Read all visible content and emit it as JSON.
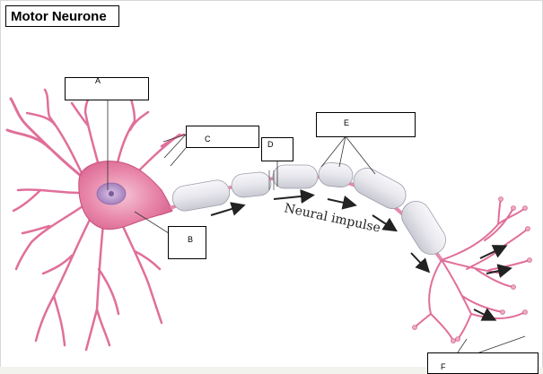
{
  "title": "Motor Neurone",
  "labels": {
    "A": "A",
    "B": "B",
    "C": "C",
    "D": "D",
    "E": "E",
    "F": "F"
  },
  "impulse_text": "Neural impulse",
  "colors": {
    "neuron_pink": "#e06f9a",
    "neuron_light": "#f2b8cc",
    "nucleus": "#b38bc4",
    "myelin": "#e9e9ee",
    "arrow": "#222222"
  }
}
